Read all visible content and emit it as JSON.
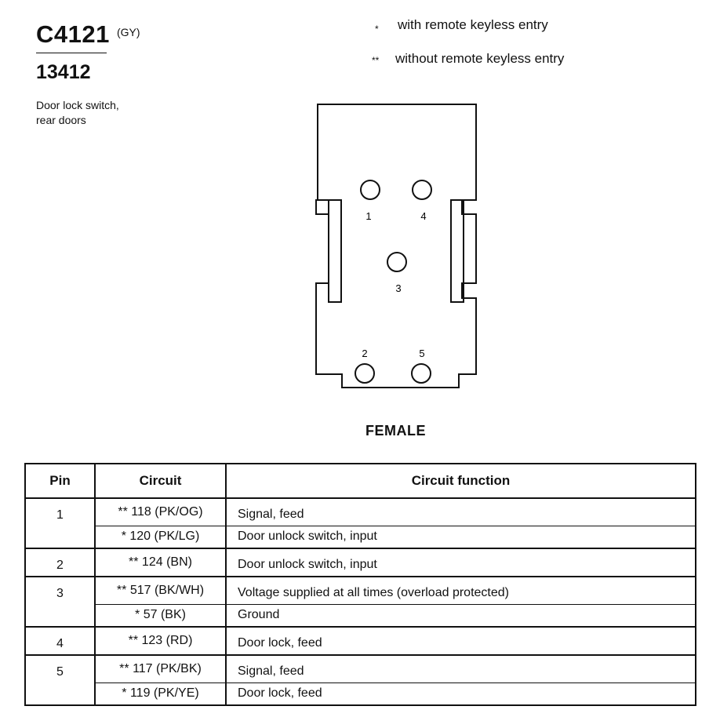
{
  "header": {
    "connector_id": "C4121",
    "connector_color": "(GY)",
    "part_number": "13412",
    "description": "Door lock switch, rear doors"
  },
  "legend": [
    {
      "mark": "*",
      "text": "with remote keyless entry"
    },
    {
      "mark": "**",
      "text": "without remote keyless entry"
    }
  ],
  "diagram": {
    "pin_labels": [
      "1",
      "4",
      "3",
      "2",
      "5"
    ],
    "gender": "FEMALE"
  },
  "table": {
    "headers": [
      "Pin",
      "Circuit",
      "Circuit function"
    ],
    "rows": [
      {
        "pin": "1",
        "circuit": "** 118 (PK/OG)",
        "function": "Signal, feed"
      },
      {
        "pin": "",
        "circuit": "* 120 (PK/LG)",
        "function": "Door unlock switch, input"
      },
      {
        "pin": "2",
        "circuit": "** 124 (BN)",
        "function": "Door unlock switch, input"
      },
      {
        "pin": "3",
        "circuit": "** 517 (BK/WH)",
        "function": "Voltage supplied at all times (overload protected)"
      },
      {
        "pin": "",
        "circuit": "* 57 (BK)",
        "function": "Ground"
      },
      {
        "pin": "4",
        "circuit": "** 123 (RD)",
        "function": "Door lock, feed"
      },
      {
        "pin": "5",
        "circuit": "** 117 (PK/BK)",
        "function": "Signal, feed"
      },
      {
        "pin": "",
        "circuit": "* 119 (PK/YE)",
        "function": "Door lock, feed"
      }
    ]
  }
}
